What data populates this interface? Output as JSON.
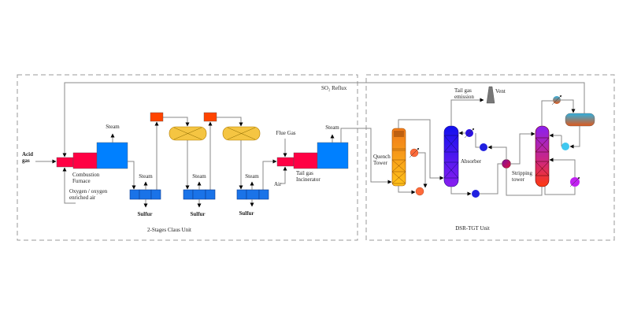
{
  "sections": {
    "claus": "2-Stages Claus Unit",
    "tgt": "DSR-TGT Unit"
  },
  "labels": {
    "acid_gas_1": "Acid",
    "acid_gas_2": "gas",
    "so2_reflux": "SO₂  Reflux",
    "steam": "Steam",
    "combustion_1": "Combustion",
    "combustion_2": "Furnace",
    "oxygen_1": "Oxygen / oxygen",
    "oxygen_2": "enriched air",
    "sulfur": "Sulfur",
    "flue_gas": "Flue Gas",
    "air": "Air",
    "incinerator_1": "Tail gas",
    "incinerator_2": "Incinerator",
    "quench_1": "Quench",
    "quench_2": "Tower",
    "tail_gas_1": "Tail gas",
    "tail_gas_2": "emission",
    "vent": "Vent",
    "absorber": "Absorber",
    "stripping_1": "Stripping",
    "stripping_2": "tower"
  },
  "colors": {
    "furnace": "#ff0044",
    "boiler": "#0080ff",
    "heater": "#ff4400",
    "reactor": "#f5c542",
    "condenser": "#1a73e8"
  }
}
